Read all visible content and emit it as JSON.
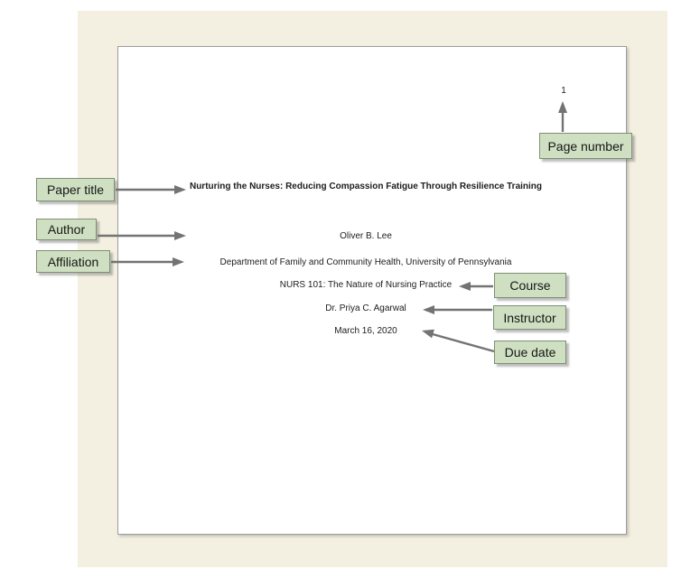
{
  "document": {
    "page_number": "1",
    "title": "Nurturing the Nurses: Reducing Compassion Fatigue Through Resilience Training",
    "author": "Oliver B. Lee",
    "affiliation": "Department of Family and Community Health, University of Pennsylvania",
    "course": "NURS 101: The Nature of Nursing Practice",
    "instructor": "Dr. Priya C. Agarwal",
    "due_date": "March 16, 2020"
  },
  "callouts": {
    "paper_title": "Paper title",
    "author": "Author",
    "affiliation": "Affiliation",
    "page_number": "Page number",
    "course": "Course",
    "instructor": "Instructor",
    "due_date": "Due date"
  },
  "colors": {
    "backdrop": "#ffffff",
    "mat": "#f4f0e1",
    "page": "#ffffff",
    "page_border": "#9d9d9d",
    "callout_fill": "#cfe0c2",
    "callout_border": "#7f8e74",
    "arrow": "#737373",
    "doc_text": "#1c1c1c",
    "label_text": "#161616"
  }
}
